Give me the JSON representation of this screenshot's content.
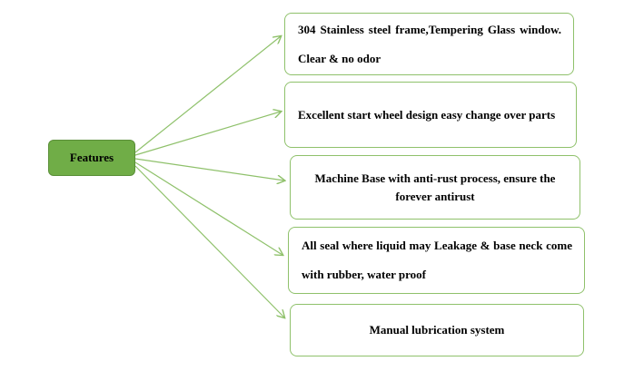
{
  "colors": {
    "center_fill": "#70ad47",
    "box_border": "#8fc16b",
    "connector": "#8fc16b"
  },
  "center": {
    "label": "Features"
  },
  "features": [
    "304 Stainless steel frame,Tempering Glass window. Clear & no odor",
    "Excellent start wheel design easy change over parts",
    "Machine Base with anti-rust process, ensure the forever antirust",
    "All seal where liquid may Leakage & base neck come with rubber, water proof",
    "Manual lubrication system"
  ]
}
